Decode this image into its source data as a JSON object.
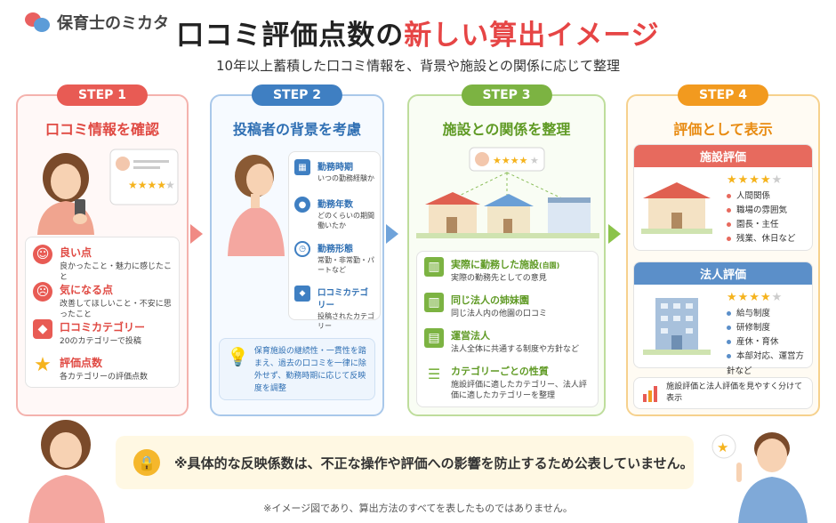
{
  "logo": {
    "text": "保育士のミカタ"
  },
  "header": {
    "title_main": "口コミ評価点数の",
    "title_highlight": "新しい算出イメージ",
    "subtitle": "10年以上蓄積した口コミ情報を、背景や施設との関係に応じて整理"
  },
  "colors": {
    "step1": "#e85b54",
    "step2": "#3f7fc2",
    "step3": "#7cb342",
    "step4": "#f29a1f",
    "title_highlight": "#e64545"
  },
  "steps": [
    {
      "badge": "STEP 1",
      "heading": "口コミ情報を確認",
      "items": [
        {
          "icon": "smile-icon",
          "title": "良い点",
          "desc": "良かったこと・魅力に感じたこと"
        },
        {
          "icon": "frown-icon",
          "title": "気になる点",
          "desc": "改善してほしいこと・不安に思ったこと"
        },
        {
          "icon": "tag-icon",
          "title": "口コミカテゴリー",
          "desc": "20のカテゴリーで投稿"
        },
        {
          "icon": "star-icon",
          "title": "評価点数",
          "desc": "各カテゴリーの評価点数"
        }
      ]
    },
    {
      "badge": "STEP 2",
      "heading": "投稿者の背景を考慮",
      "items": [
        {
          "icon": "calendar-icon",
          "title": "勤務時期",
          "desc": "いつの勤務経験か"
        },
        {
          "icon": "person-icon",
          "title": "勤務年数",
          "desc": "どのくらいの期間働いたか"
        },
        {
          "icon": "clock-icon",
          "title": "勤務形態",
          "desc": "常勤・非常勤・パートなど"
        },
        {
          "icon": "tag-icon",
          "title": "口コミカテゴリー",
          "desc": "投稿されたカテゴリー"
        }
      ],
      "note": "保育施設の継続性・一貫性を踏まえ、過去の口コミを一律に除外せず、勤務時期に応じて反映度を調整"
    },
    {
      "badge": "STEP 3",
      "heading": "施設との関係を整理",
      "items": [
        {
          "icon": "building-icon",
          "title": "実際に勤務した施設",
          "title_sub": "(自園)",
          "desc": "実際の勤務先としての意見"
        },
        {
          "icon": "building-icon",
          "title": "同じ法人の姉妹園",
          "desc": "同じ法人内の他園の口コミ"
        },
        {
          "icon": "office-icon",
          "title": "運営法人",
          "desc": "法人全体に共通する制度や方針など"
        },
        {
          "icon": "list-icon",
          "title": "カテゴリーごとの性質",
          "desc": "施設評価に適したカテゴリー、法人評価に適したカテゴリーを整理"
        }
      ]
    },
    {
      "badge": "STEP 4",
      "heading": "評価として表示",
      "facility": {
        "label": "施設評価",
        "stars": 4,
        "points": [
          "人間関係",
          "職場の雰囲気",
          "園長・主任",
          "残業、休日など"
        ]
      },
      "corporate": {
        "label": "法人評価",
        "stars": 4,
        "points": [
          "給与制度",
          "研修制度",
          "産休・育休",
          "本部対応、運営方針など"
        ]
      },
      "summary": "施設評価と法人評価を見やすく分けて表示"
    }
  ],
  "notice": "※具体的な反映係数は、不正な操作や評価への影響を防止するため公表していません。",
  "footer": "※イメージ図であり、算出方法のすべてを表したものではありません。"
}
